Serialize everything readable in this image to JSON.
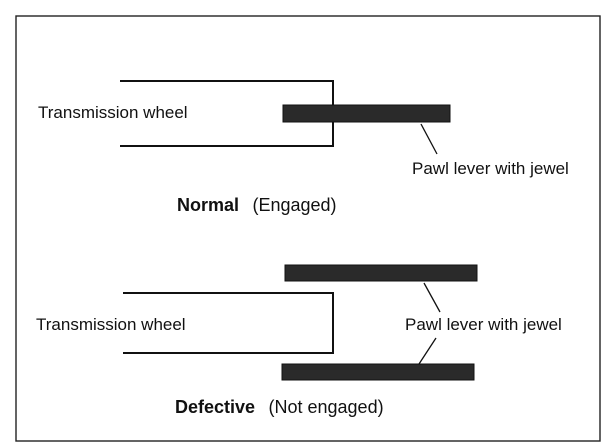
{
  "normal": {
    "wheel_label": "Transmission wheel",
    "pawl_label": "Pawl lever with jewel",
    "caption_strong": "Normal",
    "caption_note": "(Engaged)"
  },
  "defective": {
    "wheel_label": "Transmission wheel",
    "pawl_label": "Pawl lever with jewel",
    "caption_strong": "Defective",
    "caption_note": "(Not engaged)"
  },
  "colors": {
    "ink": "#111111",
    "pawl_fill": "#2a2a2a",
    "background": "#ffffff"
  }
}
